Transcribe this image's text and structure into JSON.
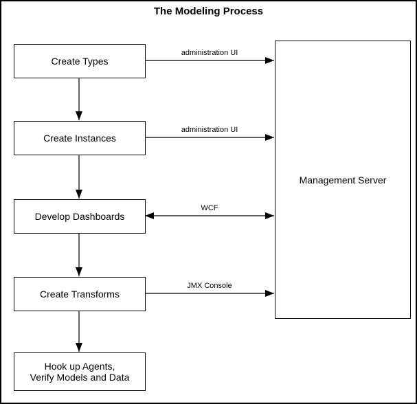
{
  "title": "The Modeling Process",
  "boxes": {
    "create_types": "Create Types",
    "create_instances": "Create Instances",
    "develop_dashboards": "Develop Dashboards",
    "create_transforms": "Create Transforms",
    "hook_up_agents": "Hook up Agents,\nVerify Models and Data",
    "management_server": "Management Server"
  },
  "edges": {
    "create_types_to_server": "administration UI",
    "create_instances_to_server": "administration UI",
    "develop_dashboards_to_server": "WCF",
    "create_transforms_to_server": "JMX Console"
  }
}
